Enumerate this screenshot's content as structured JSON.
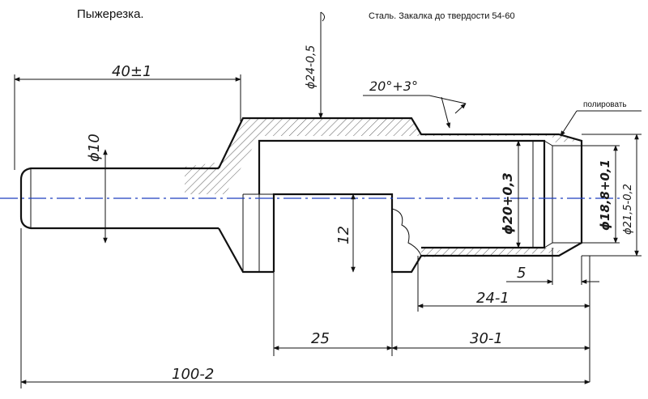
{
  "title": "Пыжерезка.",
  "material_note": "Сталь. Закалка до твердости 54-60",
  "dimensions": {
    "shank_length": "40±1",
    "shank_diameter": "ϕ10",
    "outer_diameter": "ϕ24-0,5",
    "cone_angle": "20°+3°",
    "polish_note": "полировать",
    "tube_bore": "ϕ20+0,3",
    "tip_bore": "ϕ18,8+0,1",
    "tip_outer": "ϕ21,5-0,2",
    "window_height": "12",
    "tip_length": "5",
    "tube_length": "24-1",
    "window_length": "25",
    "front_length": "30-1",
    "total_length": "100-2"
  },
  "colors": {
    "axis": "#1f3fbf",
    "line": "#111111"
  }
}
